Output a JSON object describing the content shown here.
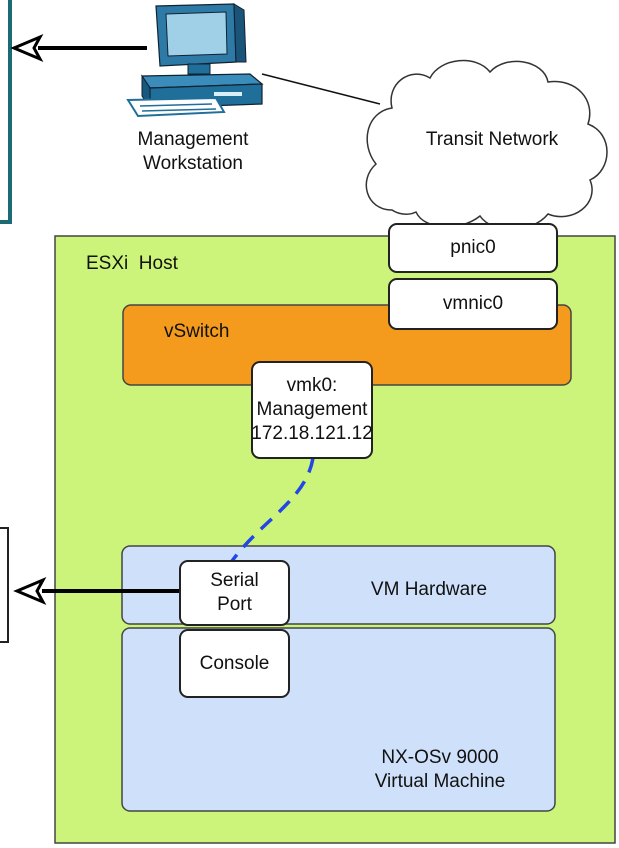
{
  "workstation": {
    "label_line1": "Management",
    "label_line2": "Workstation"
  },
  "cloud": {
    "label": "Transit Network"
  },
  "esxi": {
    "label": "ESXi  Host"
  },
  "nics": {
    "pnic": "pnic0",
    "vmnic": "vmnic0"
  },
  "vswitch": {
    "label": "vSwitch"
  },
  "vmk": {
    "line1": "vmk0:",
    "line2": "Management",
    "line3": "172.18.121.12"
  },
  "vm_hardware": {
    "label": "VM Hardware"
  },
  "serial_port": {
    "line1": "Serial",
    "line2": "Port"
  },
  "console": {
    "label": "Console"
  },
  "vm": {
    "line1": "NX-OSv 9000",
    "line2": "Virtual Machine"
  },
  "colors": {
    "esxi_fill": "#ccf47a",
    "vswitch_fill": "#f49a1c",
    "vm_fill": "#cfe0fa",
    "dashed_link": "#2346e6",
    "workstation_blue": "#1f6f9a",
    "left_panel": "#1c6a73"
  }
}
